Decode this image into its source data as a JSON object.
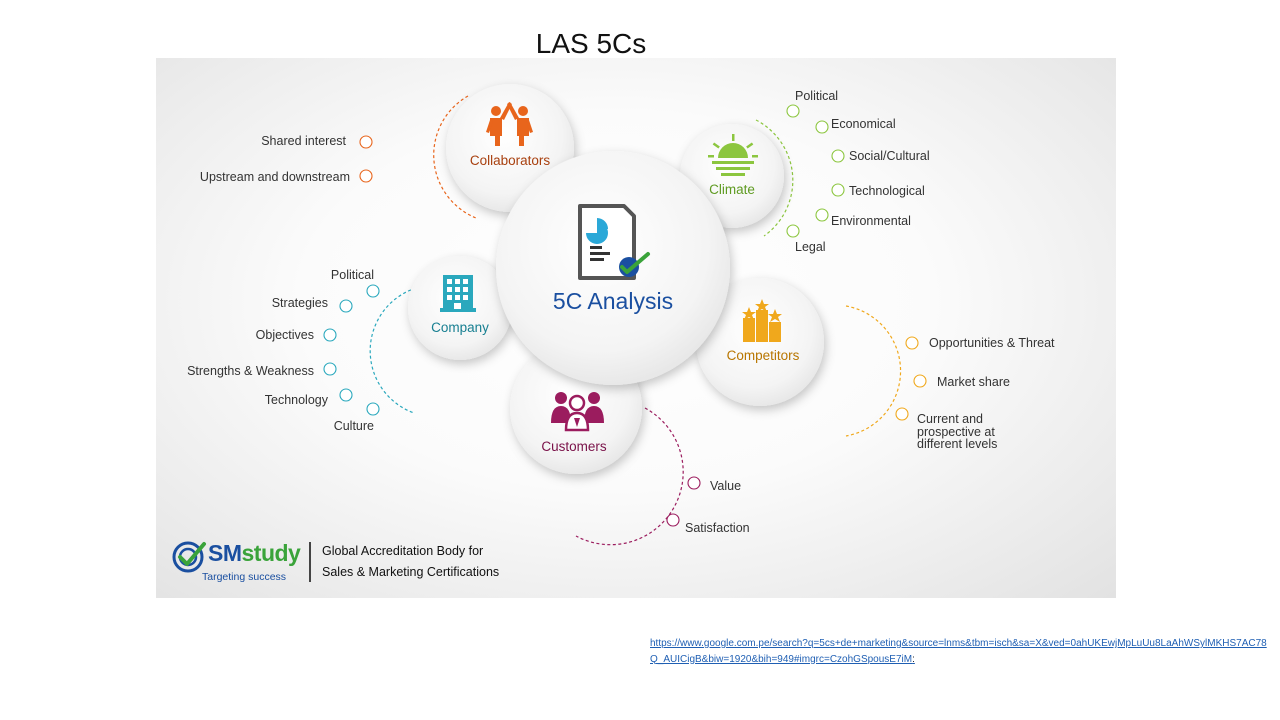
{
  "slide": {
    "title": "LAS 5Cs"
  },
  "diagram": {
    "center_label": "5C Analysis",
    "collaborators": {
      "title": "Collaborators",
      "items": [
        "Shared interest",
        "Upstream and downstream"
      ]
    },
    "climate": {
      "title": "Climate",
      "items": [
        "Political",
        "Economical",
        "Social/Cultural",
        "Technological",
        "Environmental",
        "Legal"
      ]
    },
    "company": {
      "title": "Company",
      "items": [
        "Political",
        "Strategies",
        "Objectives",
        "Strengths & Weakness",
        "Technology",
        "Culture"
      ]
    },
    "competitors": {
      "title": "Competitors",
      "items": [
        "Opportunities & Threat",
        "Market share",
        "Current and",
        "prospective at",
        "different levels"
      ]
    },
    "customers": {
      "title": "Customers",
      "items": [
        "Value",
        "Satisfaction"
      ]
    },
    "colors": {
      "collaborators": "#e8651c",
      "climate": "#8cc63f",
      "company": "#2aa8bd",
      "competitors": "#f0a81c",
      "customers": "#9b1c5e",
      "center": "#1a4fa0"
    }
  },
  "logo": {
    "brand_part1": "SM",
    "brand_part2": "study",
    "tagline": "Targeting success",
    "line1": "Global Accreditation Body for",
    "line2": "Sales & Marketing Certifications"
  },
  "source": {
    "url": "https://www.google.com.pe/search?q=5cs+de+marketing&source=lnms&tbm=isch&sa=X&ved=0ahUKEwjMpLuUu8LaAhWSylMKHS7AC78Q_AUICigB&biw=1920&bih=949#imgrc=CzohGSpousE7iM",
    "suffix": ":"
  }
}
